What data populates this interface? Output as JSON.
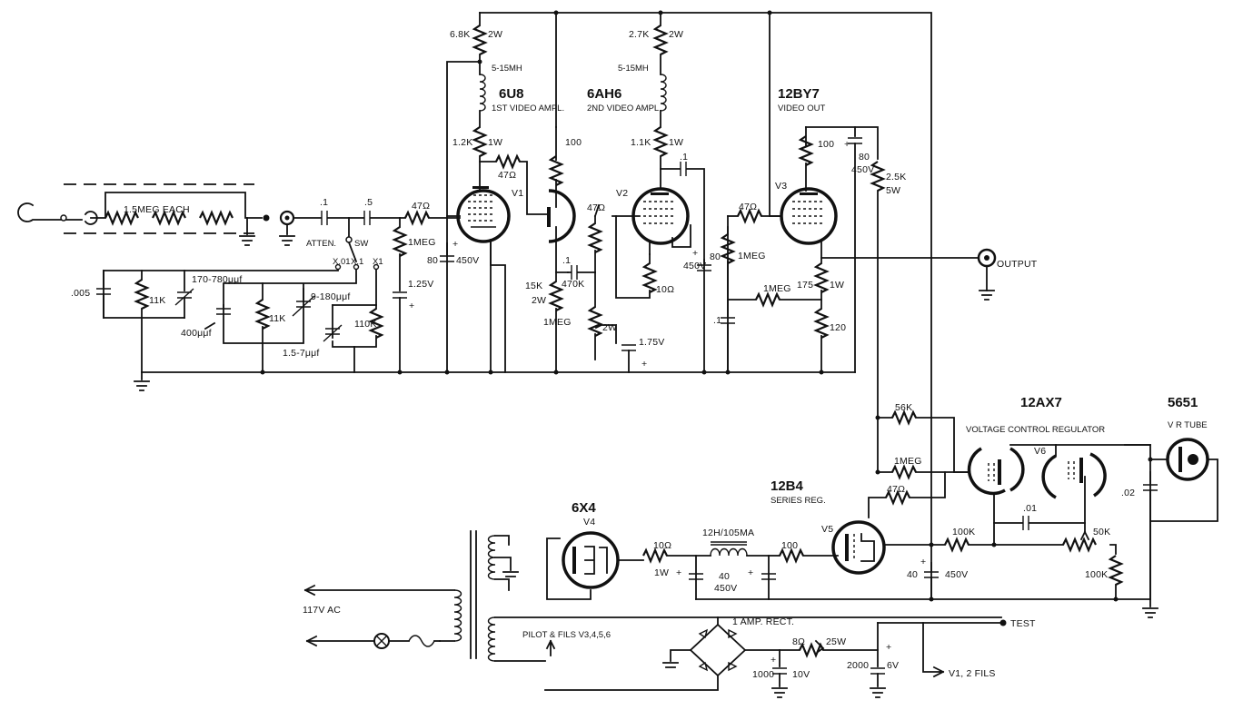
{
  "tubes": {
    "v1": {
      "type": "6U8",
      "function": "1ST VIDEO AMPL.",
      "ref": "V1"
    },
    "v2": {
      "type": "6AH6",
      "function": "2ND VIDEO AMPL.",
      "ref": "V2"
    },
    "v3": {
      "type": "12BY7",
      "function": "VIDEO OUT",
      "ref": "V3"
    },
    "v4": {
      "type": "6X4",
      "ref": "V4"
    },
    "v5": {
      "type": "12B4",
      "function": "SERIES REG.",
      "ref": "V5"
    },
    "v6": {
      "type": "12AX7",
      "function": "VOLTAGE CONTROL REGULATOR",
      "ref": "V6"
    },
    "vr": {
      "type": "5651",
      "function": "V R TUBE"
    }
  },
  "labels": {
    "r_6_8k": "6.8K",
    "r_6_8k_w": "2W",
    "l1": "5-15MH",
    "r_1_2k": "1.2K",
    "r_1_2k_w": "1W",
    "r_47_v1": "47Ω",
    "r_100_v2": "100",
    "r_2_7k": "2.7K",
    "r_2_7k_w": "2W",
    "l2": "5-15MH",
    "r_1_1k": "1.1K",
    "r_1_1k_w": "1W",
    "c_0_1_v2": ".1",
    "r_100_v3": "100",
    "c_80_v3": "80",
    "c_80_v3_v": "450V",
    "r_2_5k": "2.5K",
    "r_2_5k_w": "5W",
    "in_res": "1.5MEG EACH",
    "c_in1": ".1",
    "c_in2": ".5",
    "r_47_in": "47Ω",
    "atten": "ATTEN.",
    "sw": "SW",
    "x01": "X.01",
    "x1": "X.1",
    "xone": "X1",
    "c_005": ".005",
    "r_11k_a": "11K",
    "c_170": "170-780μμf",
    "c_400": "400μμf",
    "r_11k_b": "11K",
    "c_9_180": "9-180μμf",
    "c_1_5": "1.5-7μμf",
    "r_110k": "110K",
    "r_1meg_a": "1MEG",
    "c_80_v1": "80",
    "c_80_v1_v": "450V",
    "c_1_25": "1.25V",
    "r_15k": "15K",
    "r_15k_w": "2W",
    "c_0_1_b": ".1",
    "r_470k": "470K",
    "r_1meg_pot": "1MEG",
    "r_1meg_pot_w": "2W",
    "c_1_75": "1.75V",
    "r_47_v2": "47Ω",
    "r_10_v2": "10Ω",
    "c_80_v2": "80",
    "c_80_v2_v": "450V",
    "r_47_v3": "47Ω",
    "r_1meg_v3": "1MEG",
    "r_1meg_fb": "1MEG",
    "c_0_1_c": ".1",
    "r_175": "175",
    "r_175_w": "1W",
    "r_120": "120",
    "output": "OUTPUT",
    "r_56k": "56K",
    "r_1meg_reg": "1MEG",
    "r_47_v5": "47Ω",
    "c_0_01": ".01",
    "r_100k_a": "100K",
    "r_50k": "50K",
    "r_100k_b": "100K",
    "c_02": ".02",
    "c_40_v5": "40",
    "c_40_v5_v": "450V",
    "r_10_v4": "10Ω",
    "r_10_v4_w": "1W",
    "choke": "12H/105MA",
    "c_40_flt": "40",
    "c_40_flt_v": "450V",
    "r_100_v5": "100",
    "ac": "117V AC",
    "pilot": "PILOT & FILS V3,4,5,6",
    "rect": "1 AMP. RECT.",
    "r_8": "8Ω",
    "r_8_w": "25W",
    "c_1000": "1000",
    "c_1000_v": "10V",
    "c_2000": "2000",
    "c_2000_v": "6V",
    "test": "TEST",
    "fils": "V1, 2 FILS"
  }
}
